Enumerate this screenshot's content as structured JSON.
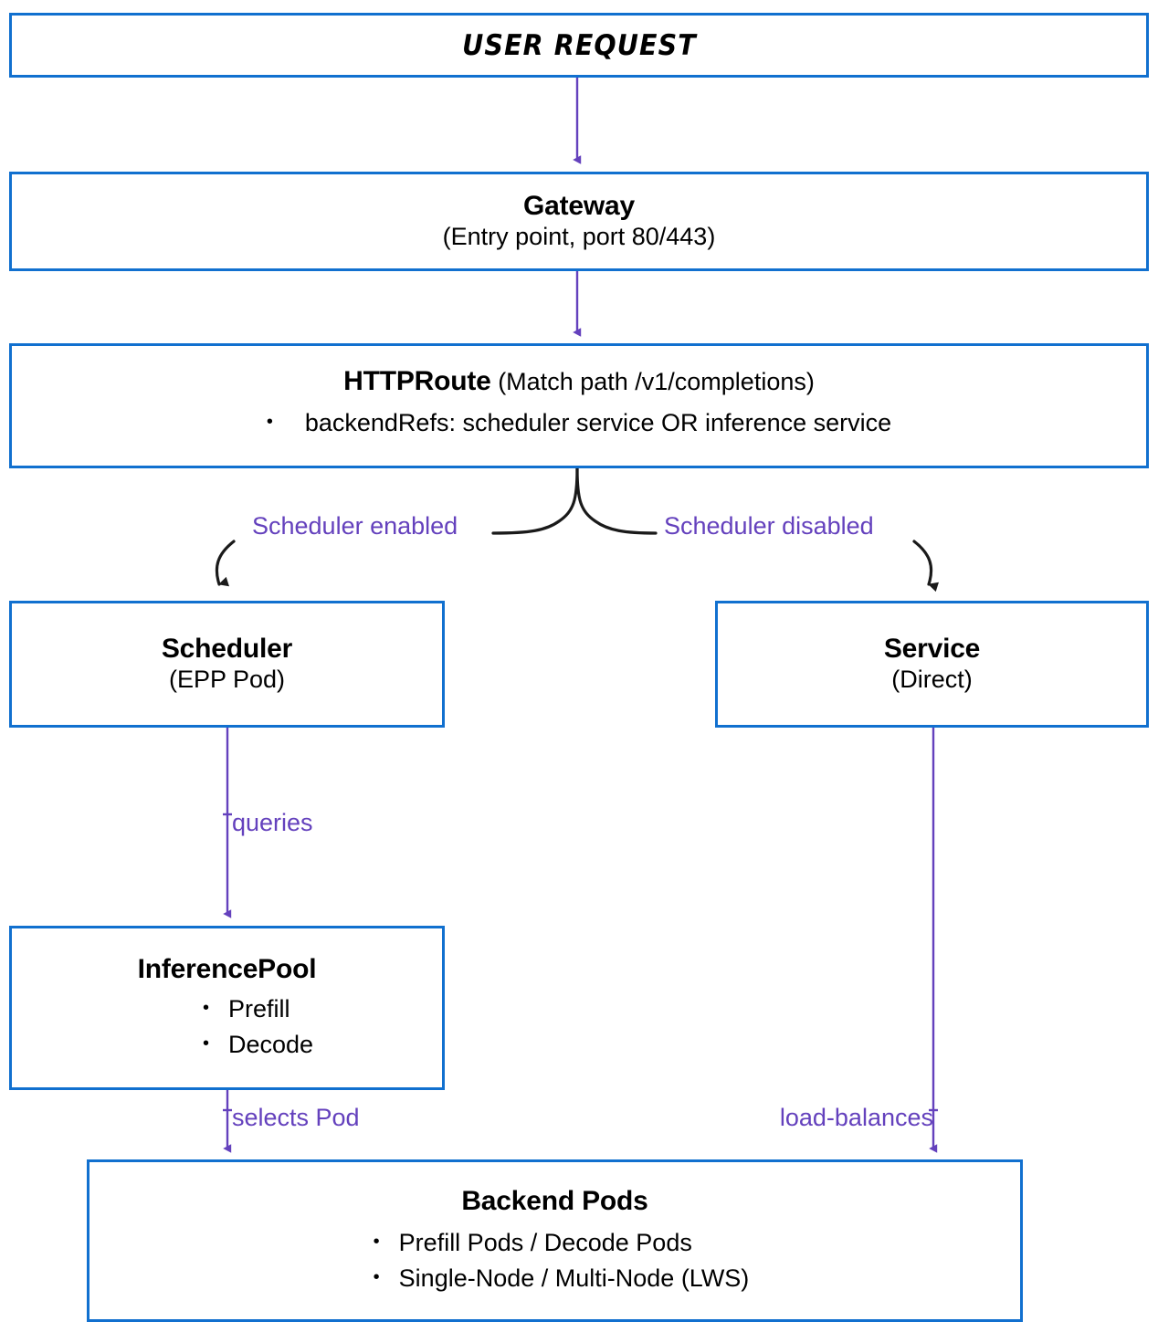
{
  "diagram": {
    "title": "Inference gateway request routing flow",
    "colors": {
      "box_border": "#1170cf",
      "arrow_purple": "#6441bd",
      "branch_black": "#222222",
      "text": "#000000",
      "background": "#ffffff"
    }
  },
  "nodes": {
    "user_request": {
      "title": "USER REQUEST"
    },
    "gateway": {
      "title": "Gateway",
      "subtitle": "(Entry point, port 80/443)"
    },
    "httproute": {
      "title": "HTTPRoute",
      "title_suffix": "(Match path /v1/completions)",
      "bullets": [
        "backendRefs: scheduler service OR inference service"
      ]
    },
    "scheduler": {
      "title": "Scheduler",
      "subtitle": "(EPP Pod)"
    },
    "service": {
      "title": "Service",
      "subtitle": "(Direct)"
    },
    "inferencepool": {
      "title": "InferencePool",
      "bullets": [
        "Prefill",
        "Decode"
      ]
    },
    "backendpods": {
      "title": "Backend Pods",
      "bullets": [
        "Prefill Pods / Decode Pods",
        "Single-Node / Multi-Node (LWS)"
      ]
    }
  },
  "edges": {
    "scheduler_enabled": "Scheduler enabled",
    "scheduler_disabled": "Scheduler disabled",
    "queries": "queries",
    "selects_pod": "selects Pod",
    "load_balances": "load-balances"
  }
}
